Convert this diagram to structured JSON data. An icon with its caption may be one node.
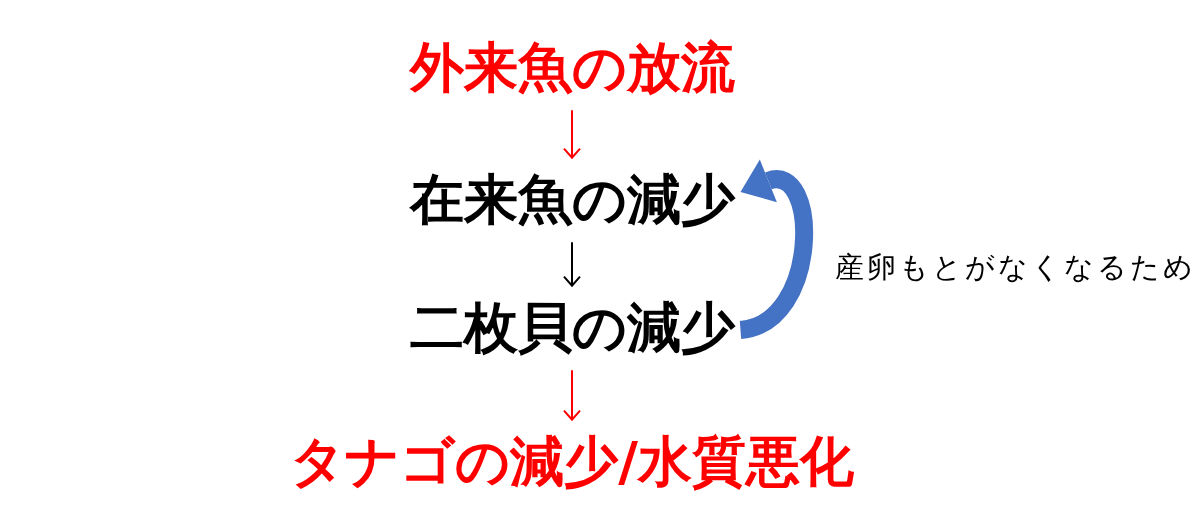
{
  "diagram": {
    "nodes": [
      {
        "text": [
          "外来魚の放流"
        ]
      },
      {
        "text": [
          "在来魚の減少"
        ]
      },
      {
        "text": [
          "二枚貝の減少"
        ]
      },
      {
        "text": [
          "タナゴの減少/水質悪化"
        ]
      }
    ],
    "edges": [
      {
        "from": 0,
        "to": 1,
        "arrow": "to",
        "color": "#ff0000"
      },
      {
        "from": 1,
        "to": 2,
        "arrow": "to",
        "color": "#000000"
      },
      {
        "from": 2,
        "to": 1,
        "arrow": "to",
        "label": "産卵もとがなくなるため",
        "style": "thick",
        "color": "#4472c4"
      },
      {
        "from": 2,
        "to": 3,
        "arrow": "to",
        "color": "#ff0000"
      }
    ]
  }
}
